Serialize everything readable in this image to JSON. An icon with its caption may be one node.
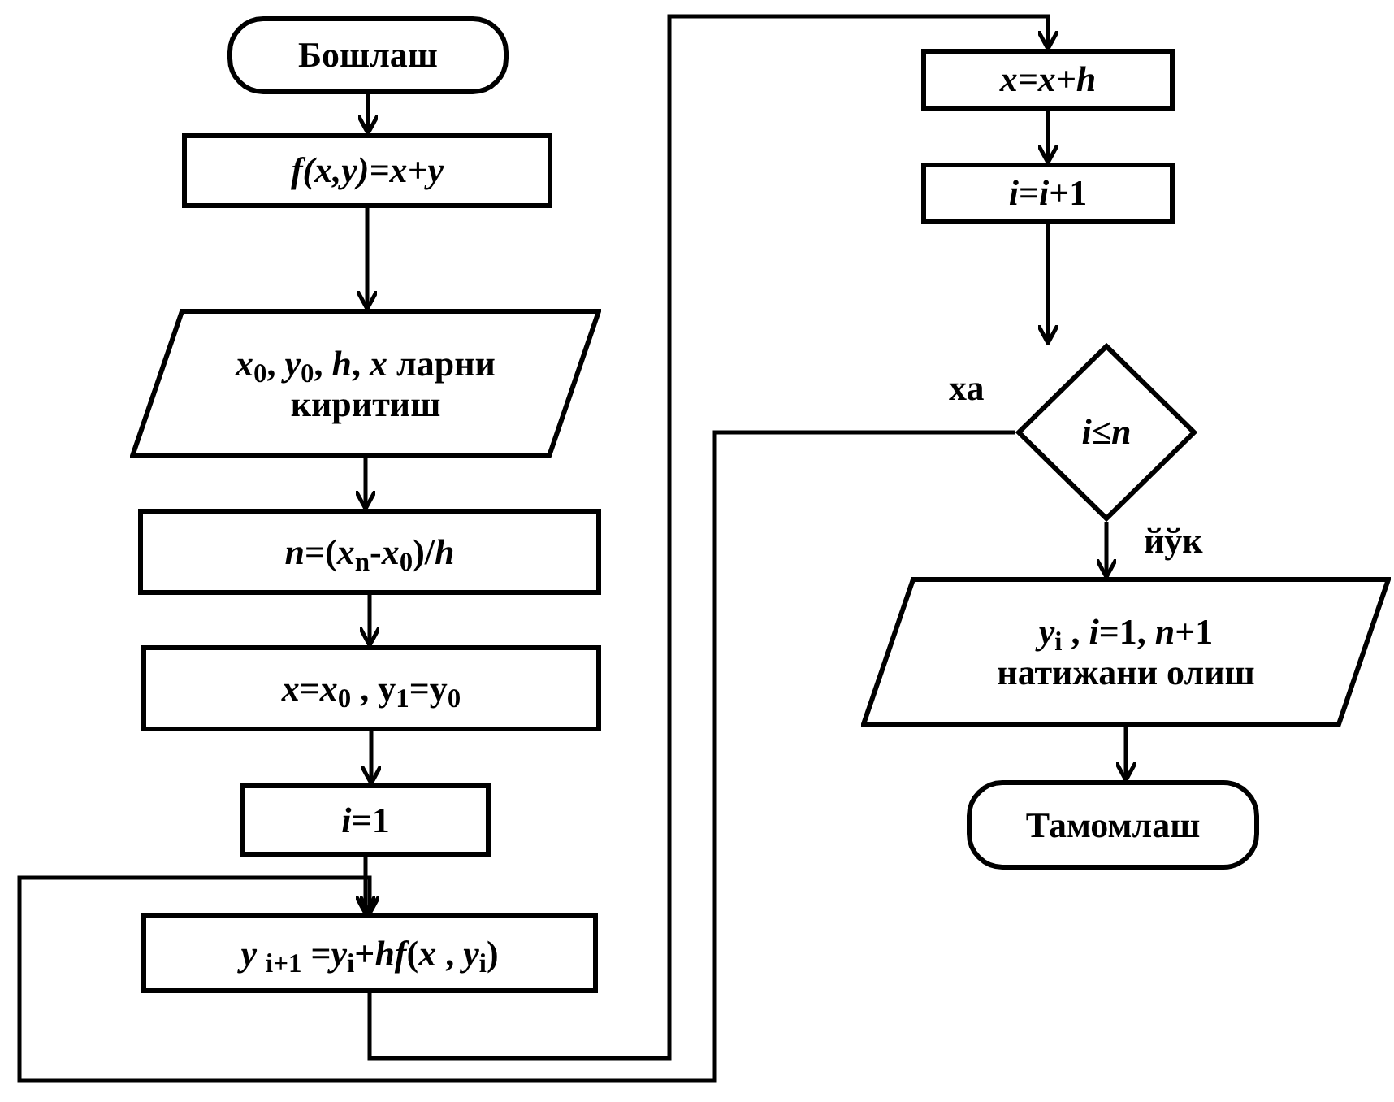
{
  "diagram": {
    "nodes": [
      {
        "text": [
          "Бошлаш"
        ]
      },
      {
        "text": [
          "f(x,y)=x+y"
        ]
      },
      {
        "text": [
          "*x*$_{0}$, *y*$_{0}$, *h*, *x* ларни киритиш"
        ]
      },
      {
        "text": [
          "*n*=(*x*$_{n}$-*x*$_{0}$)/*h*"
        ]
      },
      {
        "text": [
          "*x*=*x*$_{0}$ , y$_{1}$=y$_{0}$"
        ]
      },
      {
        "text": [
          "*i*=1"
        ]
      },
      {
        "text": [
          "*y* $_{i+1}$ =*y*$_{i}$+*hf*(*x* , *y*$_{i}$)"
        ]
      },
      {
        "text": [
          "x=x+h"
        ]
      },
      {
        "text": [
          "*i*=*i*+1"
        ]
      },
      {
        "text": [
          "i≤n"
        ]
      },
      {
        "text": [
          "*y*$_{i}$ , *i*=1, *n*+1 натижани олиш"
        ]
      },
      {
        "text": [
          "Тамомлаш"
        ]
      }
    ],
    "edges": [
      {
        "from": 0,
        "to": 1,
        "arrow": "to"
      },
      {
        "from": 1,
        "to": 2,
        "arrow": "to"
      },
      {
        "from": 2,
        "to": 3,
        "arrow": "to"
      },
      {
        "from": 3,
        "to": 4,
        "arrow": "to"
      },
      {
        "from": 4,
        "to": 5,
        "arrow": "to"
      },
      {
        "from": 5,
        "to": 6,
        "arrow": "to"
      },
      {
        "from": 6,
        "to": 7,
        "arrow": "to"
      },
      {
        "from": 7,
        "to": 8,
        "arrow": "to"
      },
      {
        "from": 8,
        "to": 9,
        "arrow": "to"
      },
      {
        "from": 9,
        "to": 6,
        "arrow": "to",
        "label": "ха"
      },
      {
        "from": 9,
        "to": 10,
        "arrow": "to",
        "label": "йўк"
      },
      {
        "from": 10,
        "to": 11,
        "arrow": "to"
      }
    ]
  }
}
